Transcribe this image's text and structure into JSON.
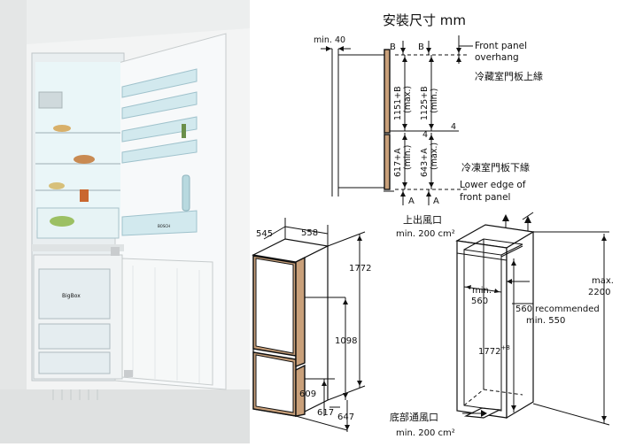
{
  "title": "安裝尺寸 mm",
  "top_diagram": {
    "min_gap": "min. 40",
    "section_marks": {
      "b_left": "B",
      "b_right": "B",
      "a_left": "A",
      "a_right": "A",
      "mid": "4"
    },
    "front_panel_overhang": "Front panel\noverhang",
    "front_panel_overhang_zh": "冷藏室門板上緣",
    "upper_dims": {
      "max": "1151+B\n(max.)",
      "min": "1125+B\n(min.)"
    },
    "lower_dims": {
      "min": "617+A\n(min.)",
      "max": "643+A\n(max.)"
    },
    "lower_edge_zh": "冷凍室門板下緣",
    "lower_edge": "Lower edge of\nfront panel"
  },
  "appliance_dims": {
    "depth": "545",
    "width": "558",
    "height_total": "1772",
    "door_upper": "1098",
    "door_lower1": "609",
    "door_lower2": "617",
    "door_lower3": "647"
  },
  "niche": {
    "top_vent_zh": "上出風口",
    "top_vent": "min. 200 cm²",
    "min_width_label": "min.\n560",
    "recommended": "560 recommended\nmin. 550",
    "height": "1772+8",
    "max_height": "max.\n2200",
    "bottom_vent_zh": "底部通風口",
    "bottom_vent": "min. 200 cm²"
  },
  "photo": {
    "brand": "BOSCH",
    "drawer_label": "BigBox"
  },
  "colors": {
    "panel_fill": "#c9a07a",
    "fridge_white": "#f4f7f8",
    "glass": "#cfe6ec",
    "interior_light": "#e8f6f8"
  }
}
